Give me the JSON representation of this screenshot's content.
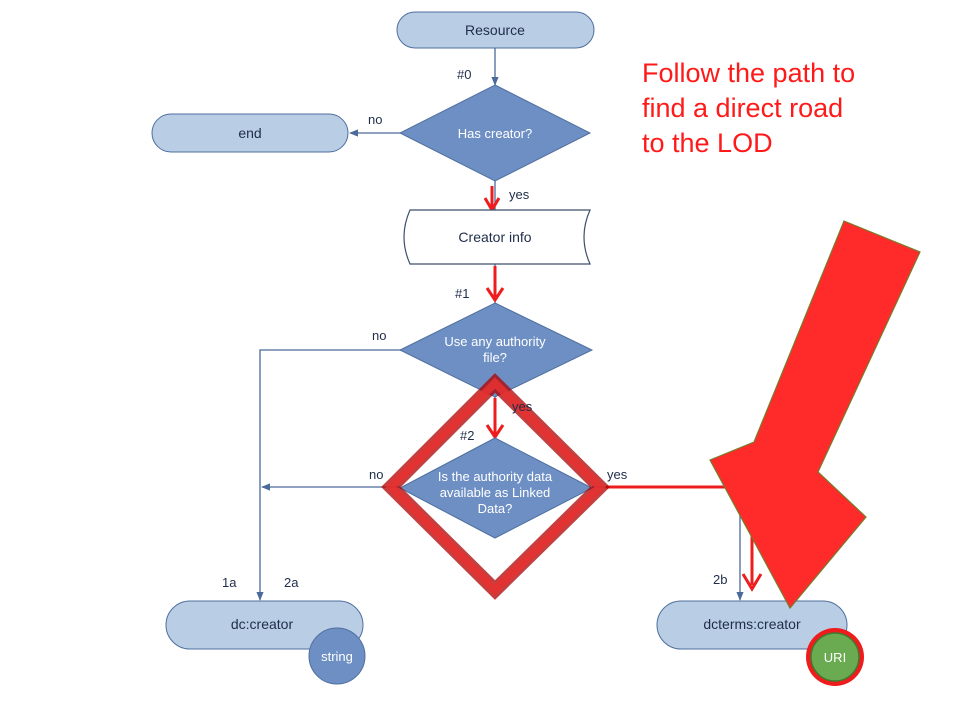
{
  "callout": {
    "text": "Follow the path to\nfind a direct road\nto the LOD"
  },
  "nodes": {
    "resource": "Resource",
    "end": "end",
    "has_creator": "Has creator?",
    "creator_info": "Creator info",
    "authority_file": [
      "Use any authority",
      "file?"
    ],
    "linked_data": [
      "Is the authority data",
      "available as Linked",
      "Data?"
    ],
    "dc_creator": "dc:creator",
    "dcterms_creator": "dcterms:creator",
    "string_badge": "string",
    "uri_badge": "URI"
  },
  "edge_labels": {
    "step0": "#0",
    "step1": "#1",
    "step2": "#2",
    "no_end": "no",
    "yes_creator": "yes",
    "no_authority": "no",
    "yes_authority": "yes",
    "no_linked": "no",
    "yes_linked": "yes",
    "path_1a": "1a",
    "path_2a": "2a",
    "path_2b": "2b"
  },
  "colors": {
    "node_fill": "#b9cde5",
    "node_stroke": "#4f6f9f",
    "decision_fill": "#6d8fc4",
    "line": "#4a6a9a",
    "highlight": "#ee1c1c",
    "big_arrow": "#ff2a2a",
    "uri_badge": "#6aaa50",
    "string_badge": "#6d8fc4"
  }
}
